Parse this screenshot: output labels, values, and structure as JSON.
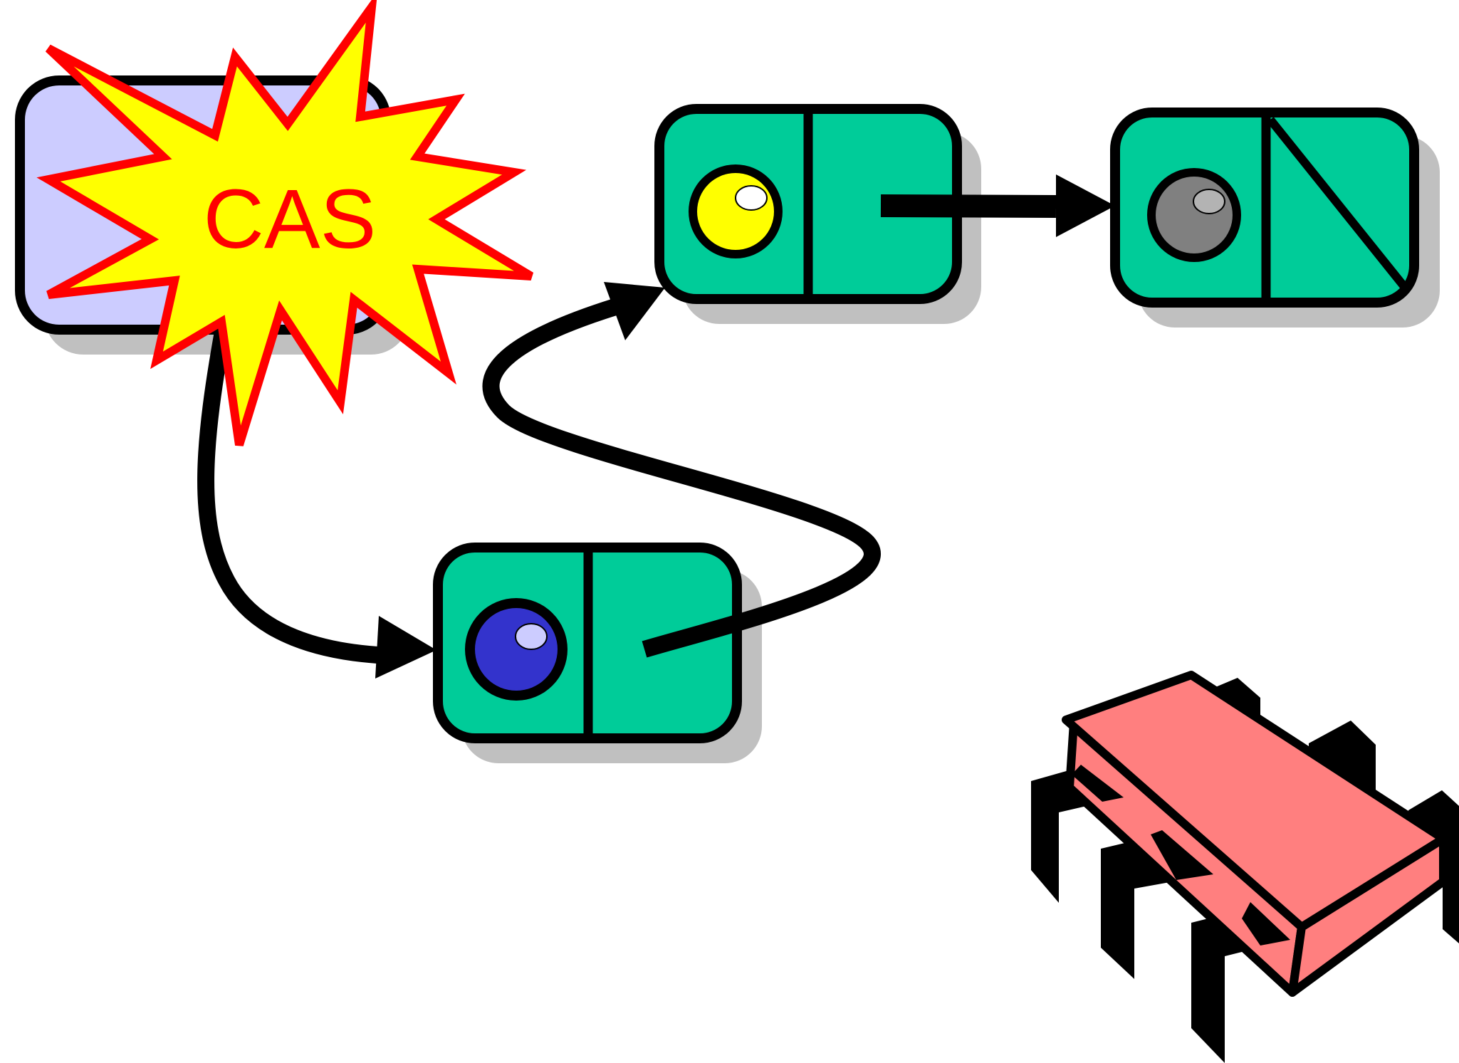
{
  "diagram": {
    "cas_burst": {
      "label": "CAS",
      "text_color": "#ff0000",
      "fill": "#ffff00",
      "stroke": "#ff0000"
    },
    "head_box": {
      "fill": "#ccccff"
    },
    "node_fill": "#00cc99",
    "shadow_color": "#c0c0c0",
    "nodes": [
      {
        "id": "new-node",
        "ball_color": "#3333cc",
        "highlight": "#ccccff"
      },
      {
        "id": "first-node",
        "ball_color": "#ffff00",
        "highlight": "#ffffff"
      },
      {
        "id": "second-node",
        "ball_color": "#808080",
        "highlight": "#b3b3b3",
        "next": "null"
      }
    ],
    "chip": {
      "icon": "memory-chip-icon",
      "fill": "#ff7f7f"
    }
  }
}
